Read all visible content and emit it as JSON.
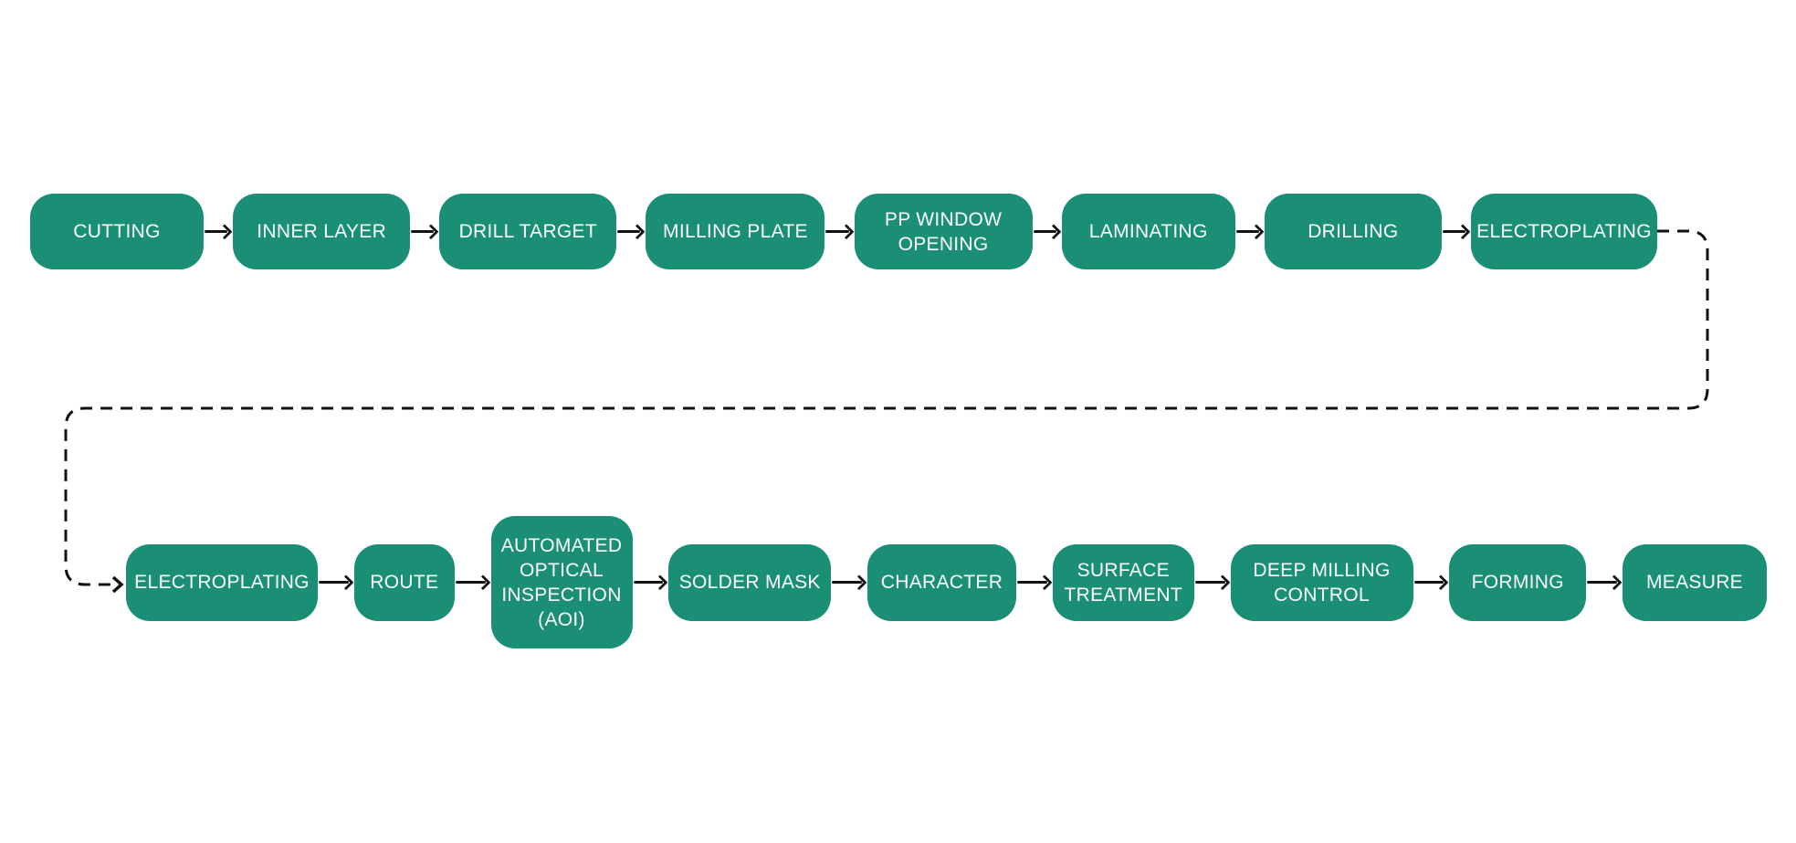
{
  "colors": {
    "node_fill": "#1B8E76",
    "node_text": "#FBFDFC",
    "connector": "#111111",
    "background": "#FFFFFF"
  },
  "flow": {
    "rows": [
      {
        "steps": [
          {
            "label": "CUTTING"
          },
          {
            "label": "INNER LAYER"
          },
          {
            "label": "DRILL TARGET"
          },
          {
            "label": "MILLING PLATE"
          },
          {
            "label": "PP WINDOW\nOPENING"
          },
          {
            "label": "LAMINATING"
          },
          {
            "label": "DRILLING"
          },
          {
            "label": "ELECTROPLATING"
          }
        ]
      },
      {
        "steps": [
          {
            "label": "ELECTROPLATING"
          },
          {
            "label": "ROUTE"
          },
          {
            "label": "AUTOMATED\nOPTICAL\nINSPECTION\n(AOI)"
          },
          {
            "label": "SOLDER MASK"
          },
          {
            "label": "CHARACTER"
          },
          {
            "label": "SURFACE\nTREATMENT"
          },
          {
            "label": "DEEP MILLING\nCONTROL"
          },
          {
            "label": "FORMING"
          },
          {
            "label": "MEASURE"
          }
        ]
      }
    ],
    "connector_style": "dashed"
  }
}
